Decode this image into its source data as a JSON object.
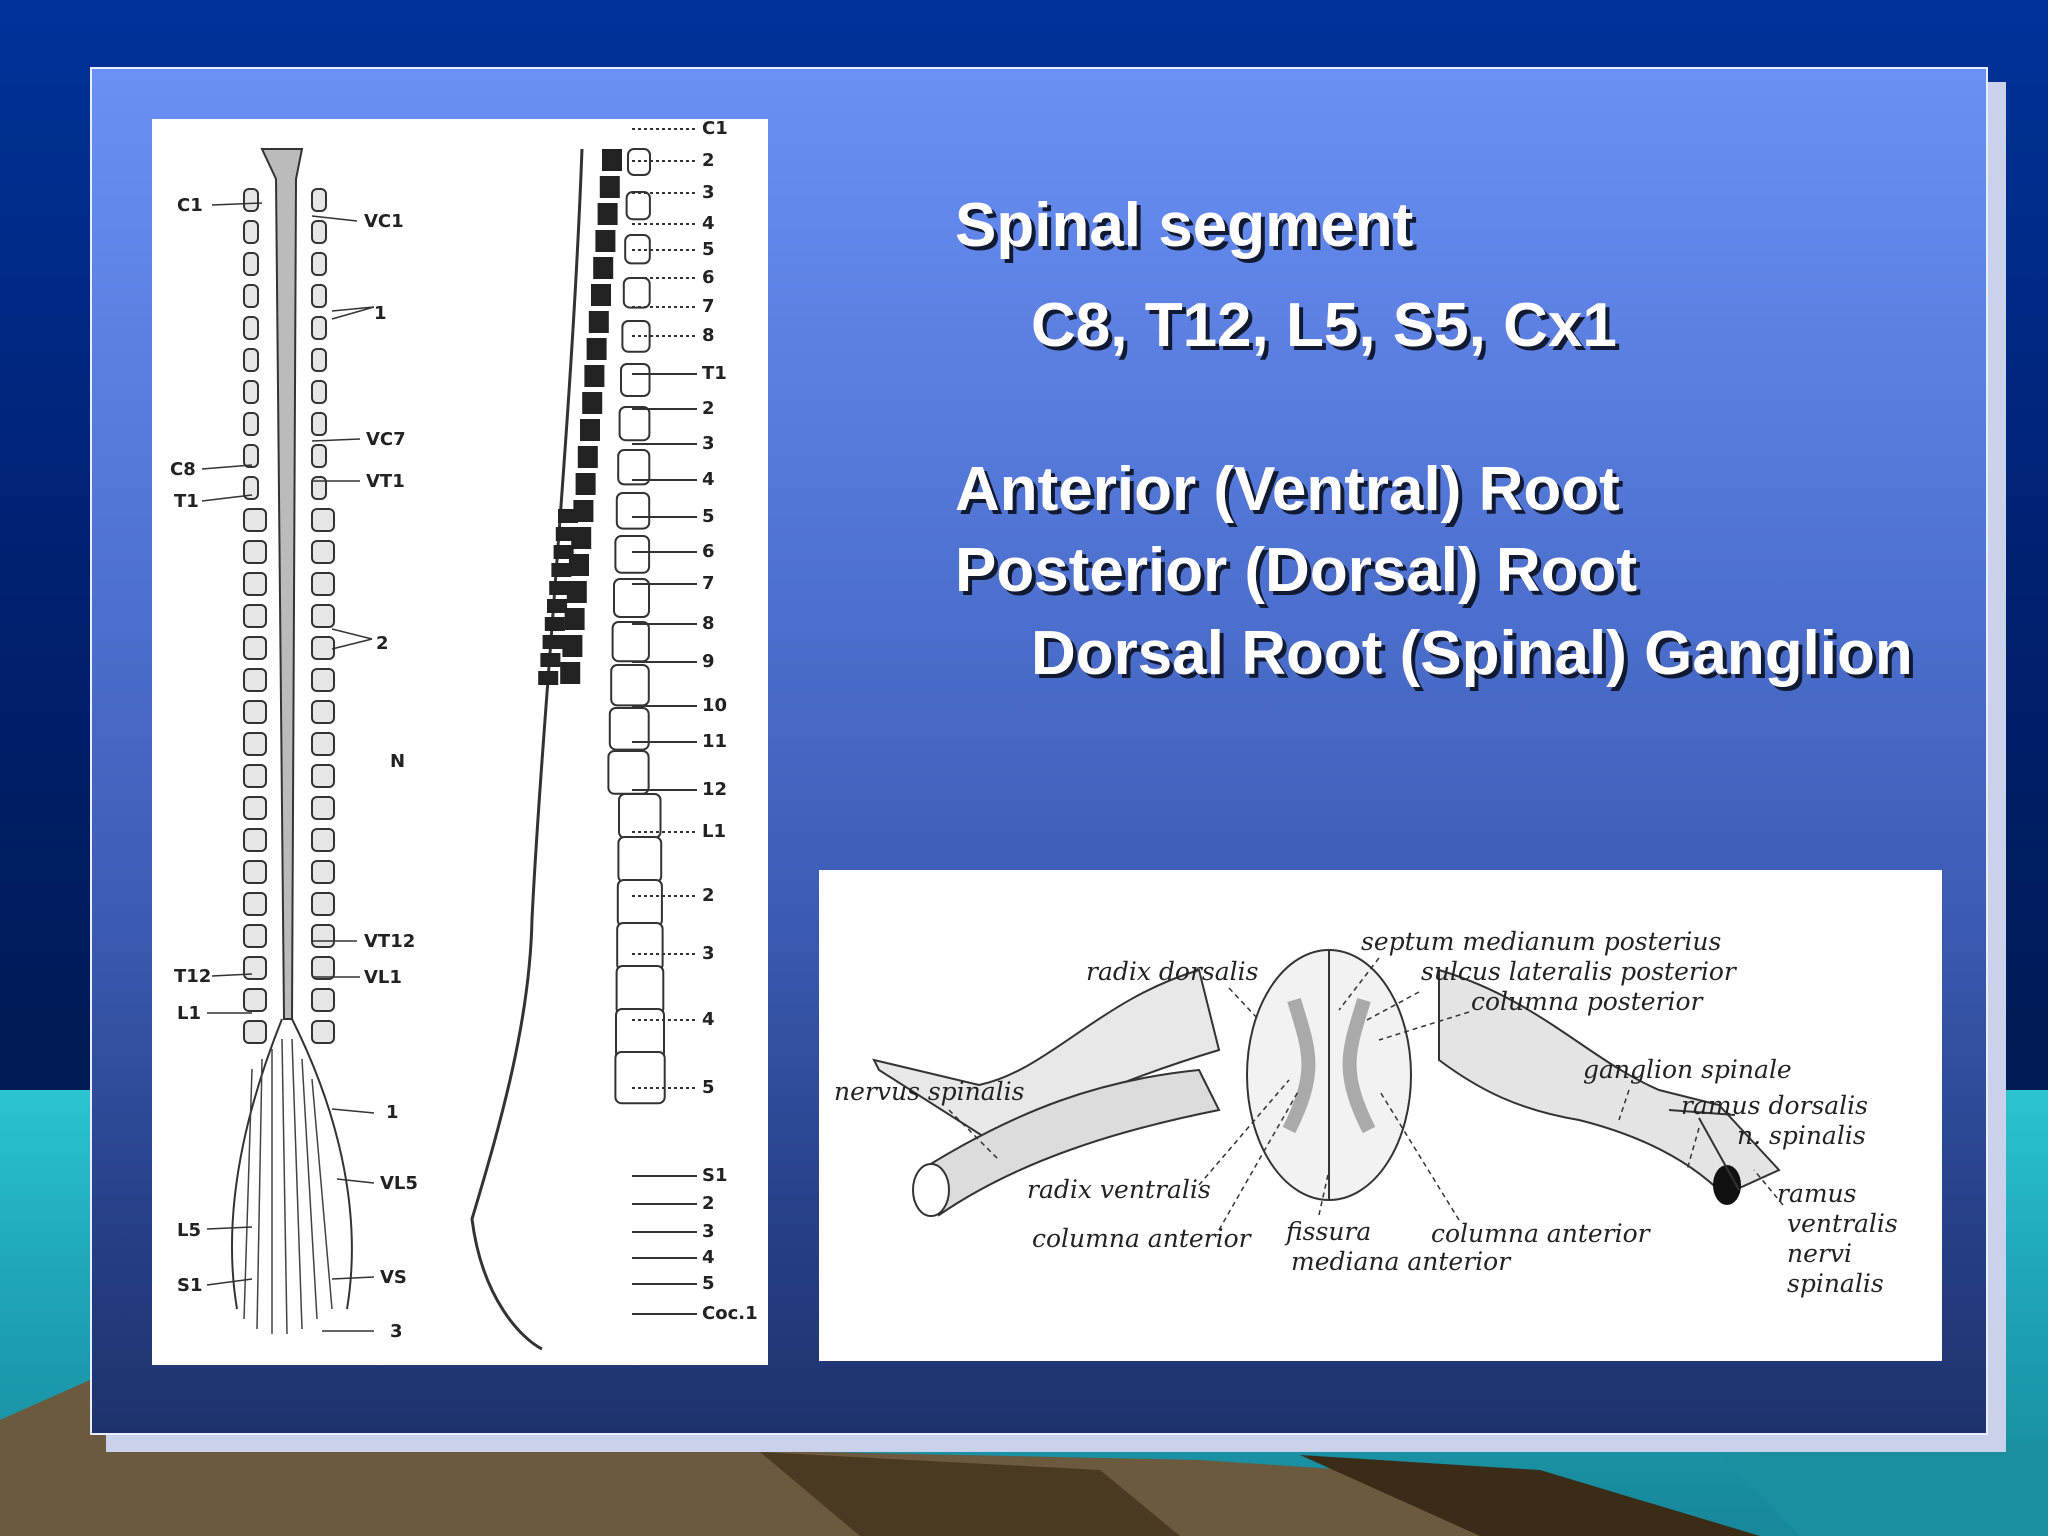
{
  "slide": {
    "heading": "Spinal segment",
    "segments": "C8, T12, L5, S5, Cx1",
    "anterior_root": "Anterior (Ventral) Root",
    "posterior_root": "Posterior (Dorsal) Root",
    "ganglion": "Dorsal Root (Spinal) Ganglion"
  },
  "left_figure": {
    "labels_left": [
      "C1",
      "C8",
      "T1",
      "T12",
      "L1",
      "L5",
      "S1"
    ],
    "labels_mid": [
      "VC1",
      "1",
      "VC7",
      "VT1",
      "2",
      "N",
      "VT12",
      "VL1",
      "1",
      "VL5",
      "VS",
      "3"
    ],
    "labels_right": [
      "C1",
      "2",
      "3",
      "4",
      "5",
      "6",
      "7",
      "8",
      "T1",
      "2",
      "3",
      "4",
      "5",
      "6",
      "7",
      "8",
      "9",
      "10",
      "11",
      "12",
      "L1",
      "2",
      "3",
      "4",
      "5",
      "S1",
      "2",
      "3",
      "4",
      "5",
      "Coc.1"
    ]
  },
  "cross_section": {
    "labels": [
      "septum medianum posterius",
      "radix dorsalis",
      "sulcus lateralis posterior",
      "columna posterior",
      "nervus spinalis",
      "ganglion spinale",
      "ramus dorsalis",
      "n. spinalis",
      "radix ventralis",
      "ramus",
      "ventralis",
      "nervi",
      "spinalis",
      "columna anterior",
      "fissura",
      "mediana anterior",
      "columna anterior"
    ]
  },
  "colors": {
    "panel_top": "#6a90f5",
    "panel_bottom": "#1e336d",
    "text": "#ffffff"
  }
}
